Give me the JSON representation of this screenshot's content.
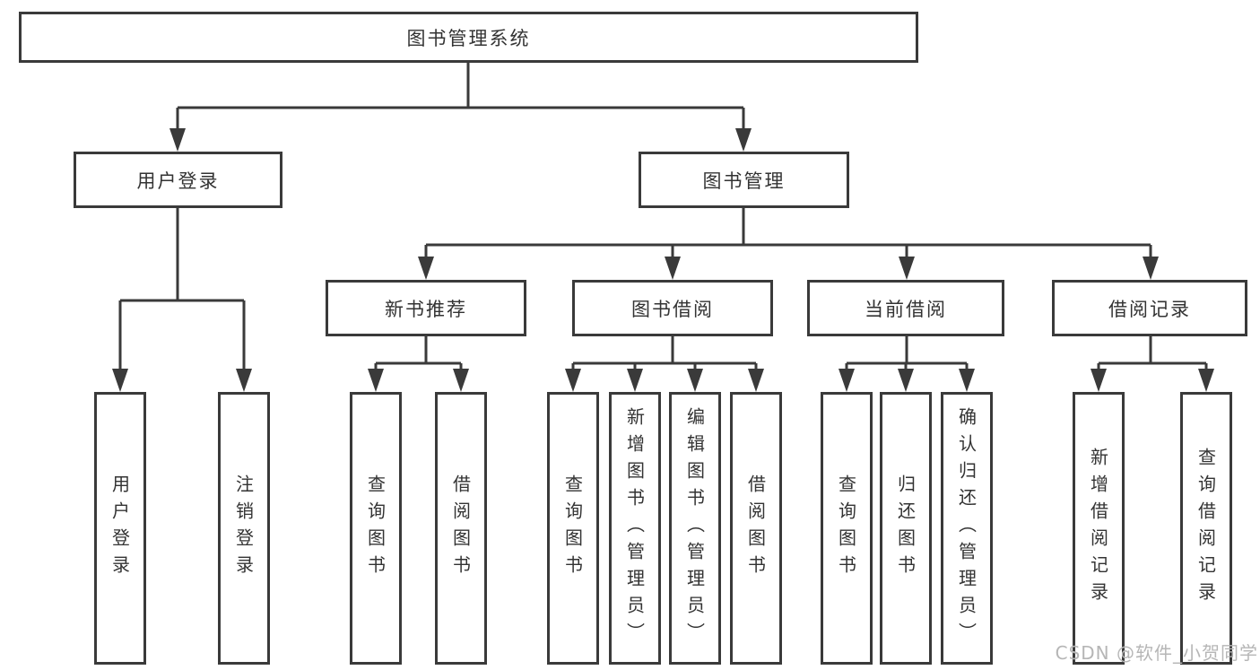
{
  "tree": {
    "root": "图书管理系统",
    "level2": [
      "用户登录",
      "图书管理"
    ],
    "level3": [
      "新书推荐",
      "图书借阅",
      "当前借阅",
      "借阅记录"
    ],
    "leaves": {
      "user_login": [
        "用户登录",
        "注销登录"
      ],
      "new_book_recommendation": [
        "查询图书",
        "借阅图书"
      ],
      "book_borrowing": [
        "查询图书",
        "新增图书（管理员）",
        "编辑图书（管理员）",
        "借阅图书"
      ],
      "current_borrowing": [
        "查询图书",
        "归还图书",
        "确认归还（管理员）"
      ],
      "borrowing_records": [
        "新增借阅记录",
        "查询借阅记录"
      ]
    }
  },
  "watermark": {
    "text": "CSDN @软件_小贺同学"
  },
  "colors": {
    "line": "#3a3a3a",
    "text": "#333333",
    "watermark": "#b6b6b6"
  }
}
